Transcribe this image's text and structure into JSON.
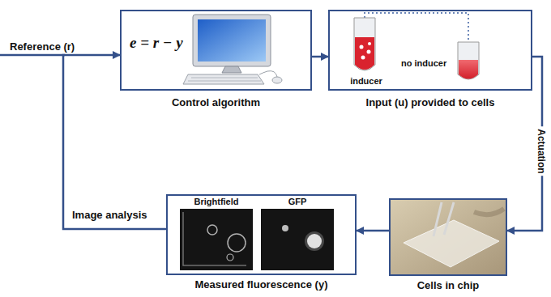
{
  "diagram": {
    "nodes": [
      {
        "text": [
          "e = r − y",
          "Control algorithm"
        ]
      },
      {
        "text": [
          "inducer",
          "no inducer",
          "Input (u) provided to cells"
        ]
      },
      {
        "text": [
          "Brightfield",
          "GFP",
          "Measured fluorescence (y)"
        ]
      },
      {
        "text": [
          "Cells in chip"
        ]
      }
    ],
    "edges": [
      {
        "from": 0,
        "to": 1,
        "arrow": "to"
      },
      {
        "from": 1,
        "to": 3,
        "label": "Actuation",
        "arrow": "to"
      },
      {
        "from": 3,
        "to": 2,
        "arrow": "to"
      },
      {
        "from": 2,
        "to": 0,
        "label": "Image analysis",
        "arrow": "to"
      }
    ],
    "labels": [
      "Reference (r)"
    ]
  }
}
